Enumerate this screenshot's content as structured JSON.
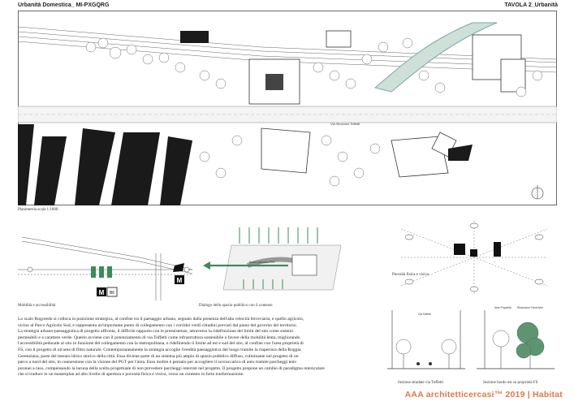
{
  "header": {
    "title_left": "Urbanità Domestica_ MI-PXGQRG",
    "title_right": "TAVOLA 2_Urbanità"
  },
  "site_plan": {
    "caption": "Planimetria scala 1:1000",
    "street_label": "Via Vincenzo Toffetti"
  },
  "diagrams": {
    "mobility_caption": "Mobilità e accessibilità",
    "dialog_caption": "Dialogo dello spazio pubblico con il contesto",
    "porosity_caption": "Porosità fisica e visiva",
    "mobility_badge": "B6",
    "mobility_metro": "M",
    "dialog_path_label": "Nuovo percorso PGT"
  },
  "sections": {
    "left_caption": "Sezione stradale via Toffetti",
    "right_caption": "Sezione bordo est su proprietà FS",
    "left_labels": [
      "Via Toffetti"
    ],
    "right_labels": [
      "Aree Proprietà",
      "Recinzione Fondi Aree"
    ]
  },
  "body_lines": [
    "Lo scalo Rogoredo si colloca in posizione strategica, al confine tra il paesaggio urbano, segnato dalla presenza dell'alta velocità ferroviaria, e quello agricolo,",
    "vicino al Parco Agricolo Sud, e rappresenta un'importante punto di collegamento con i corridoi verdi cittadini previsti dal piano del governo del territorio.",
    "La strategia urbano-paesaggistica di progetto affronta, il difficile rapporto con le preesistenze, attraverso la ridefinizione dei limiti del sito come sistemi",
    "permeabili e a carattere verde. Questo avviene con il potenziamento di via Toffetti come infrastruttura sostenibile a favore della mobilità lenta, migliorando",
    "l'accessibilità pedonale al sito in funzione del collegamento con la metropolitana, e ridefinendo il limite ad est e sud del sito, al confine con l'area proprietà di",
    "FS, con il progetto di un'area di filtro naturale. Contemporaneamente la strategia accoglie l'eredità paesaggistica del luogo tramite la riapertura della Roggia",
    "Gerenziana, parte del tessuto idrico storico della città. Essa diviene parte di un sistema più ampio di spazio pubblico diffuso, culminante nel progetto di un",
    "parco a nord del sito, in connessione con la visione del PGT per l'area. Esso inoltre è pensato per accogliere il sovraccarico di auto tramite parcheggi tem-",
    "poranei a raso, compensando la lacuna della scelta progettuale di non prevedere parcheggi interrati nel progetto. Il progetto propone un cambio di paradigma interscalare",
    "che si traduce in un masterplan ad alto livello di apertura e porosità fisica e visiva, verso un contesto in forte trasformazione."
  ],
  "footer": {
    "text": "AAA architetticercasi™ 2019 | Habitat"
  },
  "colors": {
    "accent": "#e0774a",
    "green": "#3d8a5a",
    "water": "#cfe0d8"
  }
}
